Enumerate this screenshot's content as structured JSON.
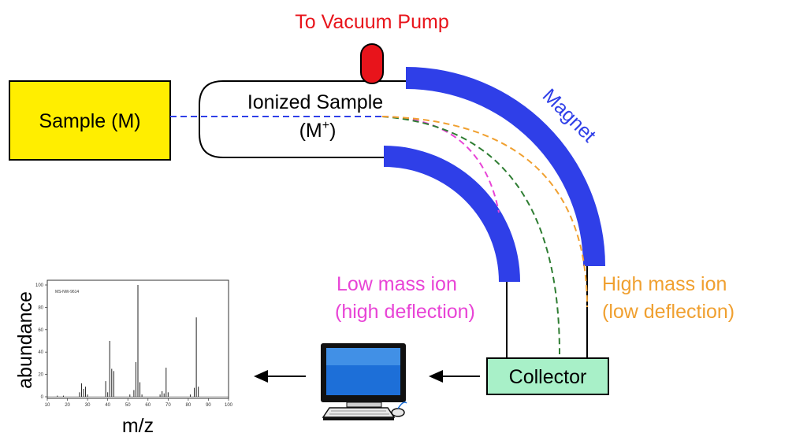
{
  "labels": {
    "vacuum_pump": "To Vacuum Pump",
    "sample": "Sample (M)",
    "ionized_line1": "Ionized Sample",
    "ionized_line2": "(M",
    "ionized_sup": "+",
    "ionized_close": ")",
    "magnet": "Magnet",
    "low_mass_line1": "Low mass ion",
    "low_mass_line2": "(high deflection)",
    "high_mass_line1": "High mass ion",
    "high_mass_line2": "(low deflection)",
    "collector": "Collector",
    "spectrum_ylabel": "abundance",
    "spectrum_xlabel": "m/z",
    "spectrum_caption": "MS-NW-9614"
  },
  "colors": {
    "vacuum_label": "#e8141b",
    "pump_fill": "#e8141b",
    "sample_fill": "#ffee00",
    "magnet": "#2f3fe8",
    "beam_main": "#2f3fe8",
    "low_mass": "#e844d6",
    "mid_mass": "#2e7d32",
    "high_mass": "#f0a030",
    "collector_fill": "#a8f0c8",
    "monitor_screen": "#1d6fd8",
    "arrow": "#000000"
  },
  "icons": {
    "computer": "computer-monitor-icon",
    "left_arrow": "arrow-left-icon"
  },
  "chart_data": {
    "type": "bar",
    "title": "",
    "xlabel": "m/z",
    "ylabel": "abundance",
    "xlim": [
      10,
      100
    ],
    "ylim": [
      0,
      100
    ],
    "xticks": [
      10,
      20,
      30,
      40,
      50,
      60,
      70,
      80,
      90,
      100
    ],
    "yticks": [
      0,
      20,
      40,
      60,
      80,
      100
    ],
    "peaks": [
      {
        "x": 15,
        "y": 1
      },
      {
        "x": 18,
        "y": 1
      },
      {
        "x": 26,
        "y": 4
      },
      {
        "x": 27,
        "y": 12
      },
      {
        "x": 28,
        "y": 7
      },
      {
        "x": 29,
        "y": 9
      },
      {
        "x": 30,
        "y": 2
      },
      {
        "x": 39,
        "y": 14
      },
      {
        "x": 40,
        "y": 4
      },
      {
        "x": 41,
        "y": 50
      },
      {
        "x": 42,
        "y": 25
      },
      {
        "x": 43,
        "y": 23
      },
      {
        "x": 51,
        "y": 2
      },
      {
        "x": 53,
        "y": 6
      },
      {
        "x": 54,
        "y": 31
      },
      {
        "x": 55,
        "y": 100
      },
      {
        "x": 56,
        "y": 13
      },
      {
        "x": 57,
        "y": 2
      },
      {
        "x": 66,
        "y": 2
      },
      {
        "x": 67,
        "y": 5
      },
      {
        "x": 68,
        "y": 3
      },
      {
        "x": 69,
        "y": 26
      },
      {
        "x": 70,
        "y": 4
      },
      {
        "x": 81,
        "y": 2
      },
      {
        "x": 83,
        "y": 8
      },
      {
        "x": 84,
        "y": 71
      },
      {
        "x": 85,
        "y": 9
      }
    ]
  }
}
